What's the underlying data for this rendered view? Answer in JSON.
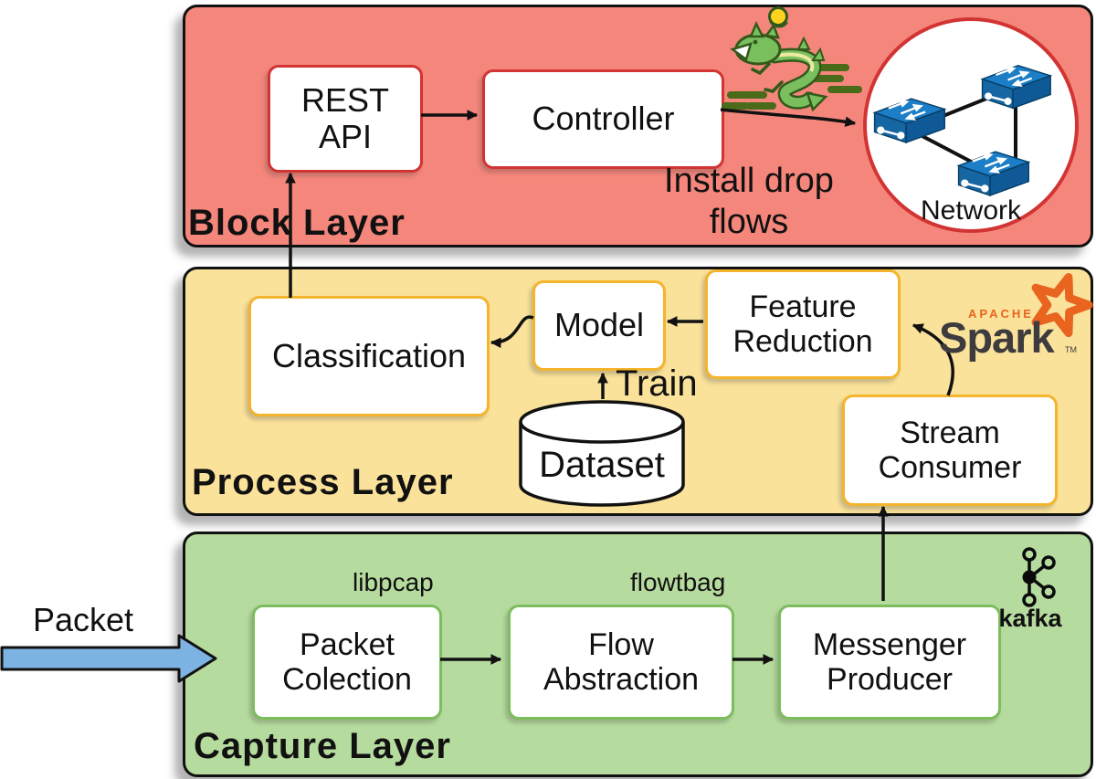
{
  "layers": {
    "block": {
      "label": "Block Layer"
    },
    "process": {
      "label": "Process Layer"
    },
    "capture": {
      "label": "Capture Layer"
    }
  },
  "nodes": {
    "rest_api": {
      "lines": [
        "REST",
        "API"
      ]
    },
    "controller": {
      "lines": [
        "Controller"
      ]
    },
    "classification": {
      "lines": [
        "Classification"
      ]
    },
    "model": {
      "lines": [
        "Model"
      ]
    },
    "feature_reduction": {
      "lines": [
        "Feature",
        "Reduction"
      ]
    },
    "stream_consumer": {
      "lines": [
        "Stream",
        "Consumer"
      ]
    },
    "dataset": {
      "lines": [
        "Dataset"
      ]
    },
    "packet_colection": {
      "lines": [
        "Packet",
        "Colection"
      ]
    },
    "flow_abstraction": {
      "lines": [
        "Flow",
        "Abstraction"
      ]
    },
    "messenger_producer": {
      "lines": [
        "Messenger",
        "Producer"
      ]
    }
  },
  "annotations": {
    "install_drop_flows": {
      "lines": [
        "Install drop",
        "flows"
      ]
    },
    "train": "Train",
    "network": "Network",
    "packet": "Packet",
    "libpcap": "libpcap",
    "flowtbag": "flowtbag"
  },
  "logos": {
    "spark": {
      "apache": "APACHE",
      "name": "Spark",
      "tm": "TM"
    },
    "kafka": {
      "name": "kafka"
    }
  },
  "colors": {
    "block_bg": "#f5867b",
    "block_box_border": "#d23434",
    "process_bg": "#fae29a",
    "process_box_border": "#f4b42c",
    "capture_bg": "#b6db9e",
    "capture_box_border": "#7cbd5e",
    "layer_border": "#111111",
    "arrow_black": "#111111",
    "packet_arrow_blue": "#7db3e2",
    "switch_blue": "#1b7ec7",
    "switch_blue_mid": "#1666a3",
    "switch_blue_dark": "#0f5a96",
    "network_circle_border": "#d23434",
    "spark_orange": "#e8641f",
    "spark_gray": "#3d3b3e",
    "kafka_black": "#0a0a0a",
    "dragon_green": "#7abf5e",
    "dragon_dark": "#33591b",
    "dragon_belly": "#ede9a4",
    "dragon_ball": "#ffd21e",
    "dragon_cloud": "#4a6b1a"
  }
}
